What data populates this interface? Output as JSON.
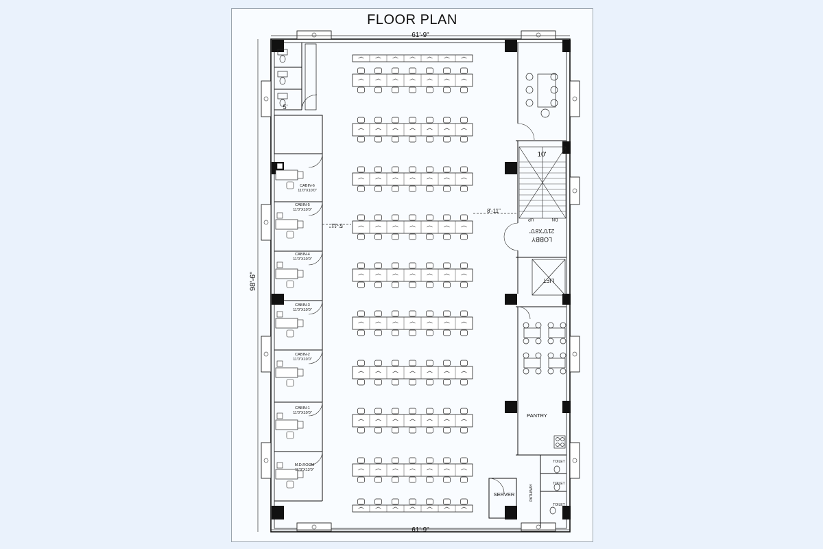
{
  "title": "FLOOR PLAN",
  "dimensions": {
    "width_top": "61'-9\"",
    "width_bottom": "61'-9\"",
    "height": "98'-6\"",
    "toilet_width": "5'",
    "stair_width": "10'",
    "corridor_width": "8'-11\"",
    "aisle_width": "5'-11\""
  },
  "rooms": {
    "cabin6": {
      "name": "CABIN-6",
      "size": "11'0\"X10'0\""
    },
    "cabin5": {
      "name": "CABIN-5",
      "size": "11'0\"X10'0\""
    },
    "cabin4": {
      "name": "CABIN-4",
      "size": "11'0\"X10'0\""
    },
    "cabin3": {
      "name": "CABIN-3",
      "size": "11'0\"X10'0\""
    },
    "cabin2": {
      "name": "CABIN-2",
      "size": "11'0\"X10'0\""
    },
    "cabin1": {
      "name": "CABIN-1",
      "size": "11'0\"X10'0\""
    },
    "md_room": {
      "name": "M.D.ROOM",
      "size": "11'0\"X13'0\""
    },
    "lobby": {
      "name": "LOBBY",
      "size": "21'0\"X8'0\""
    },
    "lift": {
      "name": "LIFT"
    },
    "pantry": {
      "name": "PANTRY"
    },
    "server": {
      "name": "SERVER"
    },
    "pathway": {
      "name": "PATHWAY"
    },
    "toilet_1": {
      "name": "TOILET"
    },
    "toilet_2": {
      "name": "TOILET"
    },
    "toilet_3": {
      "name": "TOILET"
    }
  },
  "stair_labels": {
    "up": "UP",
    "down": "DN"
  },
  "workstation_rows": 10,
  "workstations_per_side": 7
}
